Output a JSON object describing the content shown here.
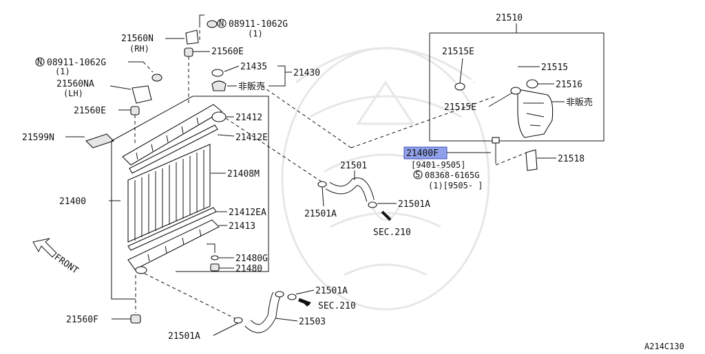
{
  "diagram_code": "A214C130",
  "parts": {
    "p21510": "21510",
    "p21515E_top": "21515E",
    "p21515": "21515",
    "p21516": "21516",
    "p21515E_bot": "21515E",
    "not_for_sale_right": "非販売",
    "p21400F": "21400F",
    "p21400F_date": "[9401-9505]",
    "bolt_08368": "08368-6165G",
    "bolt_08368_qty": "(1)[9505-     ]",
    "p21518": "21518",
    "nut_08911_top": "08911-1062G",
    "nut_08911_top_qty": "(1)",
    "p21560N": "21560N",
    "p21560N_side": "(RH)",
    "p21560E_top": "21560E",
    "nut_08911_left": "08911-1062G",
    "nut_08911_left_qty": "(1)",
    "p21560NA": "21560NA",
    "p21560NA_side": "(LH)",
    "p21560E_left": "21560E",
    "p21599N": "21599N",
    "p21435": "21435",
    "p21430": "21430",
    "not_for_sale_left": "非販売",
    "p21412": "21412",
    "p21412E": "21412E",
    "p21408M": "21408M",
    "p21400": "21400",
    "p21412EA": "21412EA",
    "p21413": "21413",
    "p21480G": "21480G",
    "p21480": "21480",
    "p21501": "21501",
    "p21501A_upper_right": "21501A",
    "p21501A_upper_left": "21501A",
    "sec210_upper": "SEC.210",
    "p21501A_lower_right": "21501A",
    "sec210_lower": "SEC.210",
    "p21503": "21503",
    "p21560F": "21560F",
    "p21501A_lower_left": "21501A",
    "front": "FRONT",
    "circle_N": "N",
    "circle_S": "S"
  },
  "highlight_color": "#8fa0e8"
}
